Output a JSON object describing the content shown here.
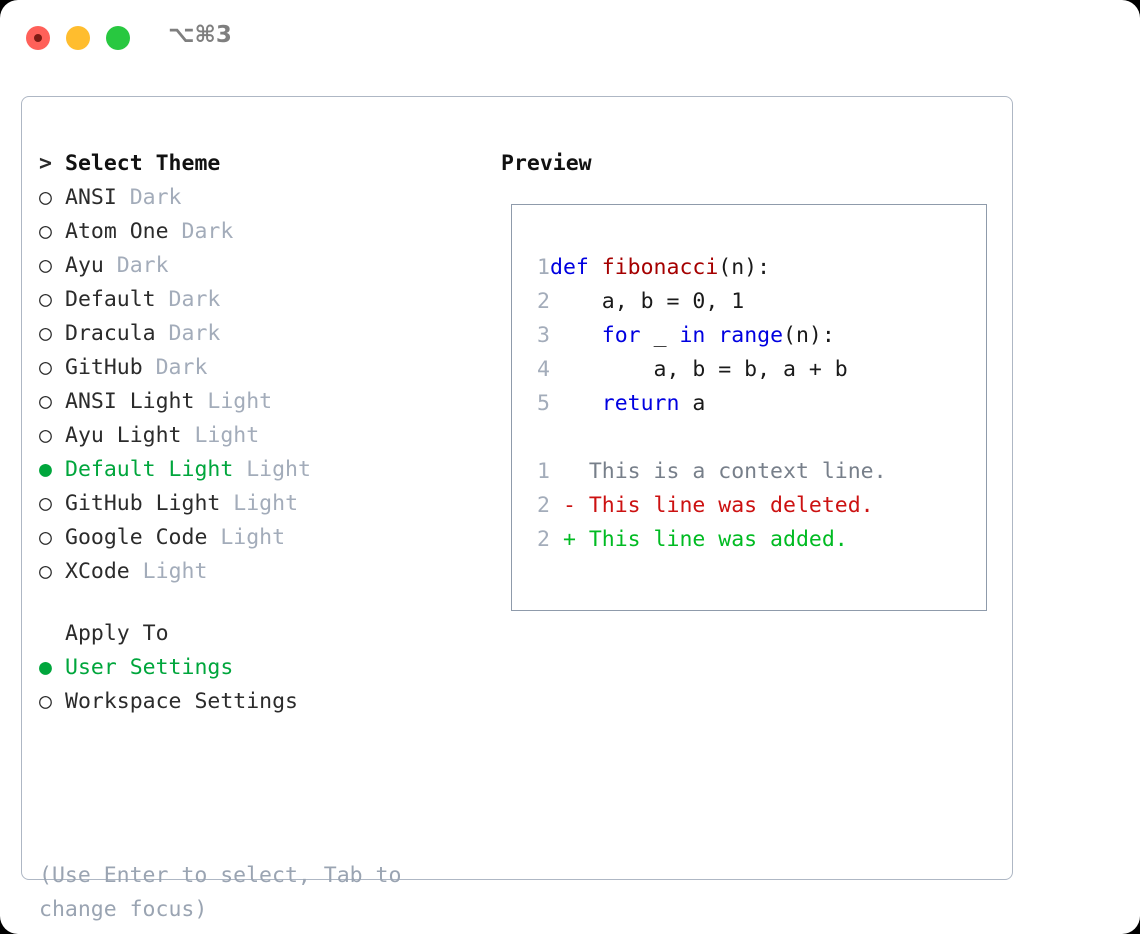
{
  "titlebar": {
    "shortcut": "⌥⌘3",
    "buttons": [
      "close",
      "minimize",
      "maximize"
    ]
  },
  "theme_picker": {
    "heading": "Select Theme",
    "heading_prefix": ">",
    "selected_marker": "●",
    "unselected_marker": "○",
    "items": [
      {
        "name": "ANSI",
        "tag": "Dark",
        "selected": false
      },
      {
        "name": "Atom One",
        "tag": "Dark",
        "selected": false
      },
      {
        "name": "Ayu",
        "tag": "Dark",
        "selected": false
      },
      {
        "name": "Default",
        "tag": "Dark",
        "selected": false
      },
      {
        "name": "Dracula",
        "tag": "Dark",
        "selected": false
      },
      {
        "name": "GitHub",
        "tag": "Dark",
        "selected": false
      },
      {
        "name": "ANSI Light",
        "tag": "Light",
        "selected": false
      },
      {
        "name": "Ayu Light",
        "tag": "Light",
        "selected": false
      },
      {
        "name": "Default Light",
        "tag": "Light",
        "selected": true
      },
      {
        "name": "GitHub Light",
        "tag": "Light",
        "selected": false
      },
      {
        "name": "Google Code",
        "tag": "Light",
        "selected": false
      },
      {
        "name": "XCode",
        "tag": "Light",
        "selected": false
      }
    ]
  },
  "apply_to": {
    "heading": "Apply To",
    "items": [
      {
        "name": "User Settings",
        "selected": true
      },
      {
        "name": "Workspace Settings",
        "selected": false
      }
    ]
  },
  "hint": "(Use Enter to select, Tab to change focus)",
  "preview": {
    "title": "Preview",
    "code_lines": [
      {
        "no": "1",
        "tokens": [
          {
            "t": "def ",
            "c": "kw"
          },
          {
            "t": "fibonacci",
            "c": "fn"
          },
          {
            "t": "(n):",
            "c": "code-text"
          }
        ]
      },
      {
        "no": "2",
        "tokens": [
          {
            "t": "    a, b = 0, 1",
            "c": "code-text"
          }
        ]
      },
      {
        "no": "3",
        "tokens": [
          {
            "t": "    ",
            "c": "code-text"
          },
          {
            "t": "for",
            "c": "kw"
          },
          {
            "t": " _ ",
            "c": "code-text"
          },
          {
            "t": "in",
            "c": "kw"
          },
          {
            "t": " ",
            "c": "code-text"
          },
          {
            "t": "range",
            "c": "kw"
          },
          {
            "t": "(n):",
            "c": "code-text"
          }
        ]
      },
      {
        "no": "4",
        "tokens": [
          {
            "t": "        a, b = b, a + b",
            "c": "code-text"
          }
        ]
      },
      {
        "no": "5",
        "tokens": [
          {
            "t": "    ",
            "c": "code-text"
          },
          {
            "t": "return",
            "c": "kw"
          },
          {
            "t": " a",
            "c": "code-text"
          }
        ]
      }
    ],
    "diff_lines": [
      {
        "no": "1",
        "tokens": [
          {
            "t": "   This is a context line.",
            "c": "ctx"
          }
        ]
      },
      {
        "no": "2",
        "tokens": [
          {
            "t": " - This line was deleted.",
            "c": "del"
          }
        ]
      },
      {
        "no": "2",
        "tokens": [
          {
            "t": " + This line was added.",
            "c": "add"
          }
        ]
      }
    ]
  },
  "colors": {
    "accent_green": "#00a63c",
    "tag_gray": "#a3acba",
    "hint_gray": "#9aa4b2",
    "keyword_blue": "#0000e0",
    "function_red": "#a50000",
    "diff_deleted": "#cc1111",
    "diff_added": "#00bb22",
    "panel_border": "#aeb7c4",
    "code_border": "#8f9bab"
  }
}
